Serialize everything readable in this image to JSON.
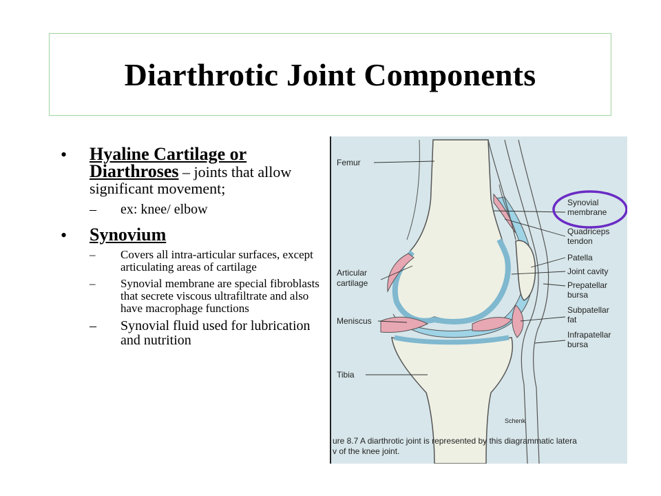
{
  "slide": {
    "title": "Diarthrotic Joint Components"
  },
  "bullets": [
    {
      "heading": "Hyaline Cartilage or Diarthroses",
      "rest": " – joints that allow significant movement;",
      "subs": [
        "ex: knee/ elbow"
      ]
    },
    {
      "heading": "Synovium",
      "subs": [
        "Covers all intra-articular surfaces, except articulating areas of cartilage",
        "Synovial membrane are special fibroblasts that secrete viscous ultrafiltrate and also have macrophage functions",
        "Synovial fluid used for lubrication and nutrition"
      ]
    }
  ],
  "bullet_symbol": "•",
  "dash_symbol": "–",
  "figure": {
    "labels": {
      "femur": "Femur",
      "articular_cartilage_1": "Articular",
      "articular_cartilage_2": "cartilage",
      "meniscus": "Meniscus",
      "tibia": "Tibia",
      "synovial_membrane_1": "Synovial",
      "synovial_membrane_2": "membrane",
      "quadriceps_1": "Quadriceps",
      "quadriceps_2": "tendon",
      "patella": "Patella",
      "joint_cavity": "Joint cavity",
      "prepatellar_1": "Prepatellar",
      "prepatellar_2": "bursa",
      "subpatellar_1": "Subpatellar",
      "subpatellar_2": "fat",
      "infrapatellar_1": "Infrapatellar",
      "infrapatellar_2": "bursa",
      "artist": "Schenk"
    },
    "caption_line1": "ure 8.7  A diarthrotic joint is represented by this diagrammatic latera",
    "caption_line2": "v of the knee joint.",
    "highlight_color": "#6a2bc4"
  }
}
